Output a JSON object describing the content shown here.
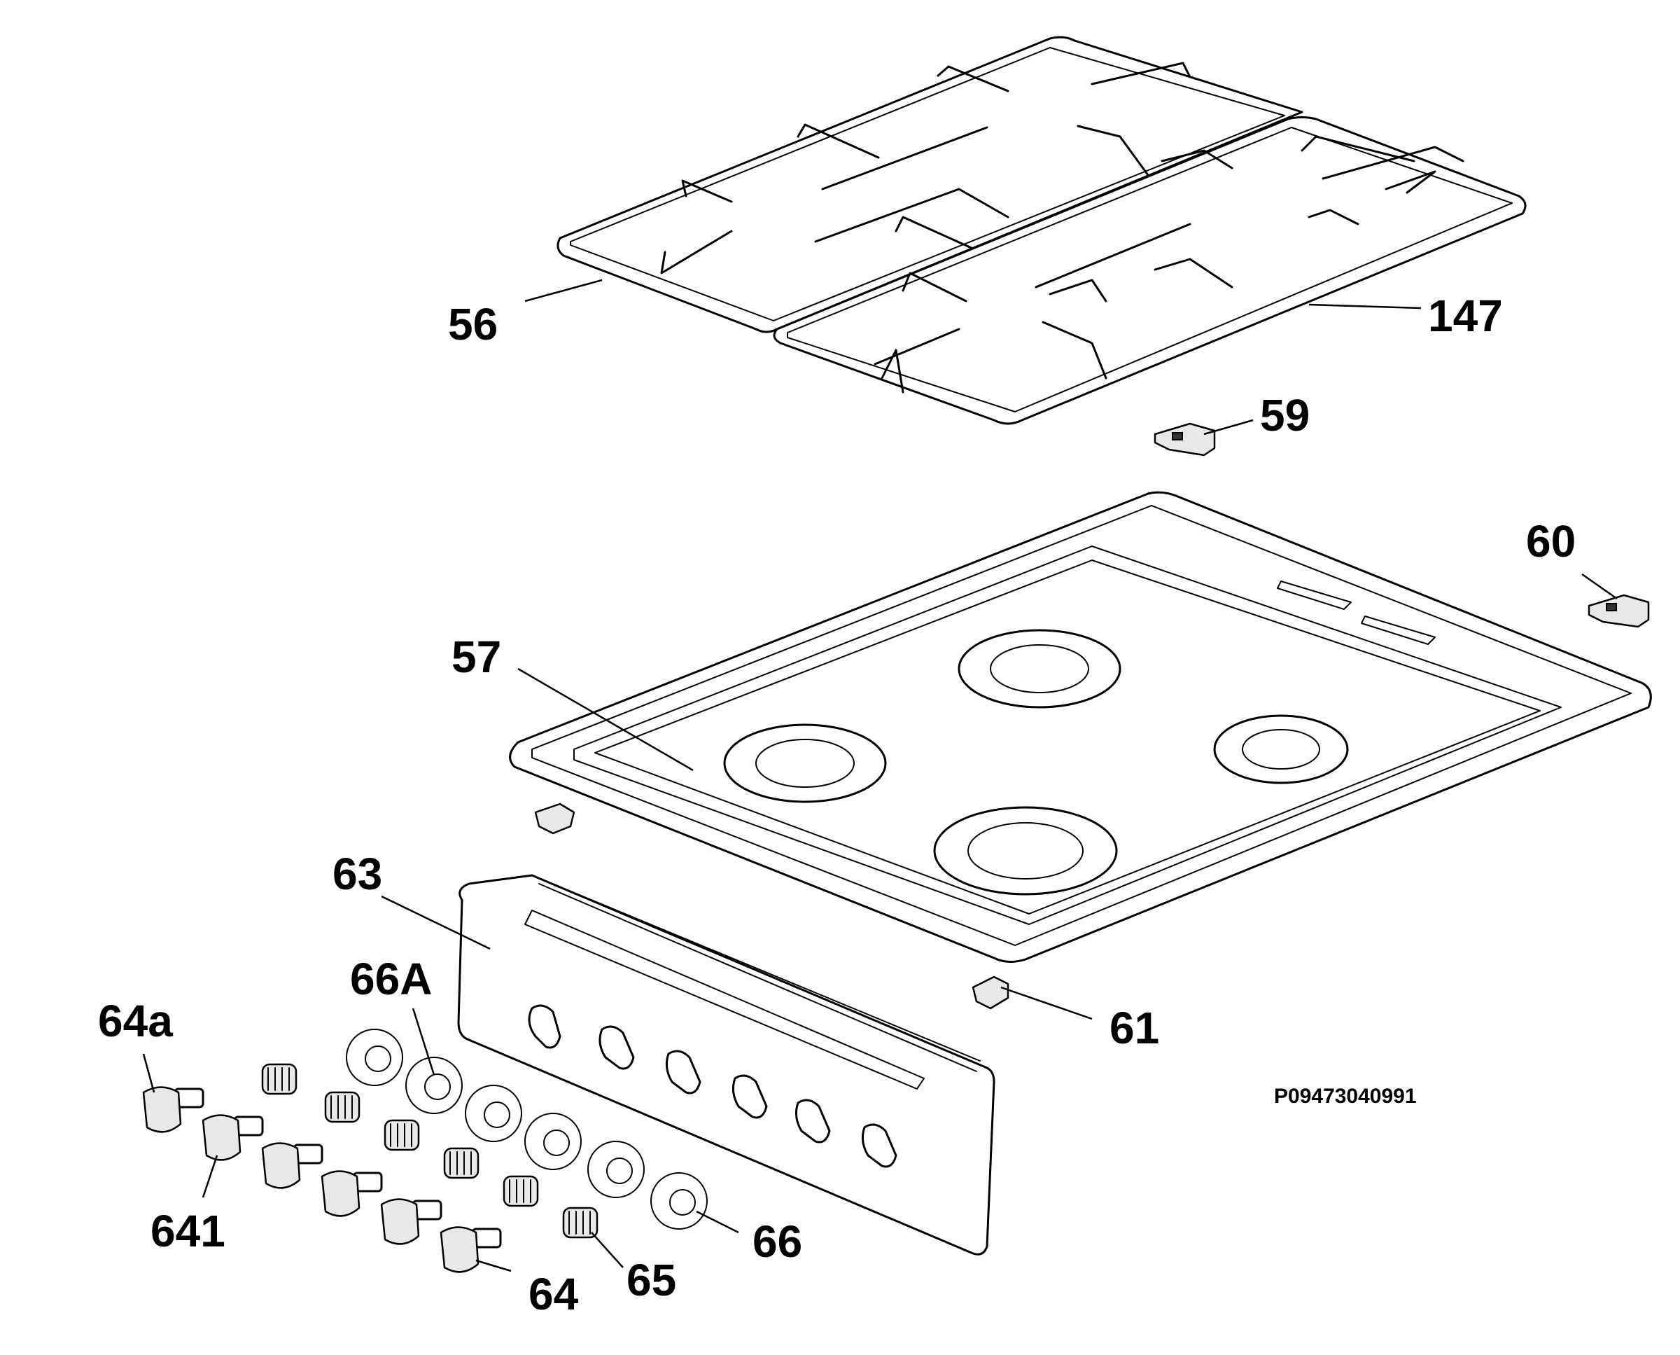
{
  "drawing_reference": "P09473040991",
  "labels": {
    "pan_support_left": "56",
    "pan_support_right": "147",
    "hob_top": "57",
    "clip_59": "59",
    "clip_60": "60",
    "clip_61": "61",
    "control_panel": "63",
    "knob_bezel_66a": "66A",
    "knob_64a": "64a",
    "knob_641": "641",
    "knob_64": "64",
    "spring": "65",
    "knob_bezel_66": "66"
  }
}
